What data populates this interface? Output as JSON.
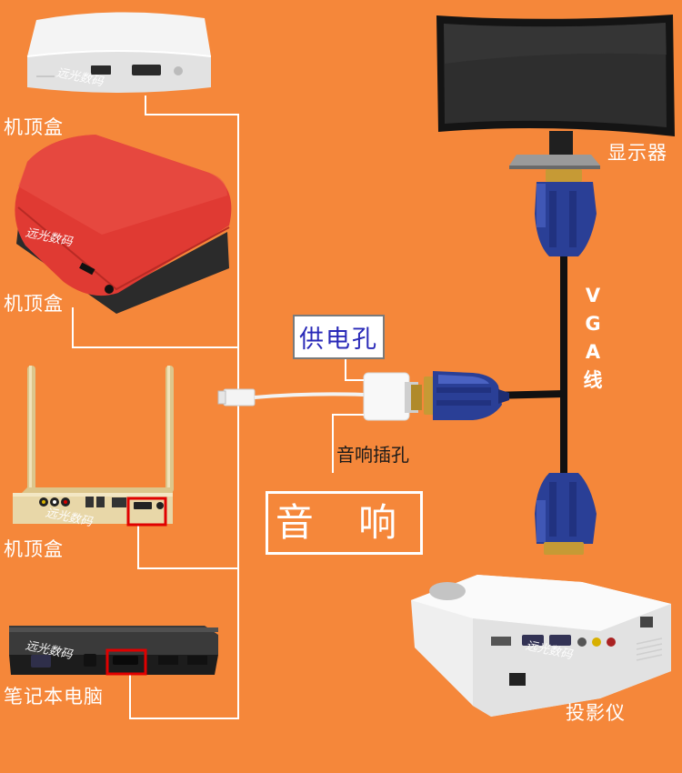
{
  "labels": {
    "settop_box_1": "机顶盒",
    "settop_box_2": "机顶盒",
    "settop_box_3": "机顶盒",
    "laptop": "笔记本电脑",
    "monitor": "显示器",
    "projector": "投影仪",
    "power_port": "供电孔",
    "audio_jack": "音响插孔",
    "speaker": "音 响",
    "vga_cable": [
      "V",
      "G",
      "A",
      "线"
    ]
  },
  "watermark": "远光数码",
  "colors": {
    "background": "#f5873a",
    "red_box": "#e03a33",
    "vga_blue": "#2a3f96",
    "cable_black": "#111111",
    "highlight_red": "#e00000",
    "label_blue": "#2a2ab8"
  },
  "icons": [
    "hdmi-port-icon",
    "usb-port-icon",
    "vga-connector-icon",
    "antenna-icon"
  ]
}
